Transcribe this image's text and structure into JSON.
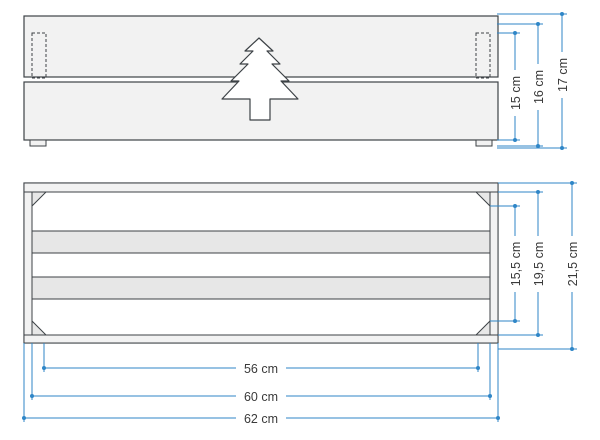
{
  "colors": {
    "outline": "#3d4246",
    "plank_fill": "#f2f2f2",
    "slat_fill": "#e7e7e7",
    "dimension": "#2f86c7",
    "text": "#3a3a3a"
  },
  "front_view": {
    "dimensions": {
      "inner_height": "15 cm",
      "mid_height": "16 cm",
      "outer_height": "17 cm"
    },
    "cutout": "tree-cutout"
  },
  "top_view": {
    "dimensions": {
      "inner_height": "15,5 cm",
      "mid_height": "19,5 cm",
      "outer_height": "21,5 cm",
      "inner_width": "56 cm",
      "mid_width": "60 cm",
      "outer_width": "62 cm"
    }
  }
}
